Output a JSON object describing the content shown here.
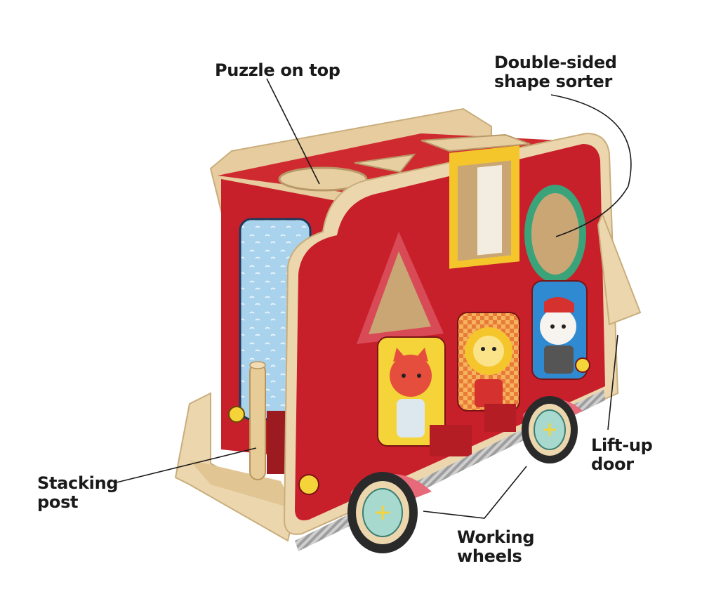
{
  "callouts": {
    "puzzle": {
      "line1": "Puzzle on top"
    },
    "sorter": {
      "line1": "Double-sided",
      "line2": "shape sorter"
    },
    "liftup": {
      "line1": "Lift-up",
      "line2": "door"
    },
    "stacking": {
      "line1": "Stacking",
      "line2": "post"
    },
    "wheels": {
      "line1": "Working",
      "line2": "wheels"
    }
  },
  "colors": {
    "bus_red": "#c8202a",
    "bus_dark_red": "#a3151d",
    "wood": "#ecd6ad",
    "window_blue": "#a9d2ec",
    "wheel_teal": "#a8d9cf",
    "frame_yellow": "#f5c52c"
  }
}
